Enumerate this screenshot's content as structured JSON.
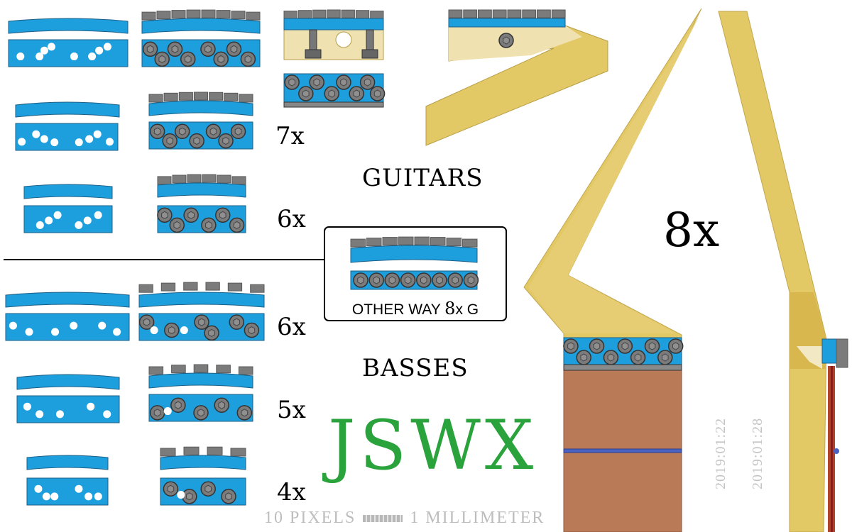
{
  "sections": {
    "guitars_heading": "GUITARS",
    "basses_heading": "BASSES"
  },
  "multipliers": {
    "guitar_7": "7x",
    "guitar_6": "6x",
    "bass_6": "6x",
    "bass_5": "5x",
    "bass_4": "4x",
    "big": "8x"
  },
  "other_way": {
    "prefix": "OTHER WAY ",
    "number": "8",
    "suffix": "x G"
  },
  "logo": "JSWX",
  "scale_legend": {
    "left": "10 PIXELS",
    "right": "1 MILLIMETER"
  },
  "dates": [
    "2019:01:22",
    "2019:01:28"
  ],
  "colors": {
    "blue": "#1e9fdd",
    "blue_stroke": "#1d5f86",
    "wood": "#e3c866",
    "wood_light": "#efe2b0",
    "fretboard": "#b87a57",
    "grey": "#7b7b7b",
    "grey_dark": "#5a5a5a",
    "logo_green": "#2aa33c"
  }
}
